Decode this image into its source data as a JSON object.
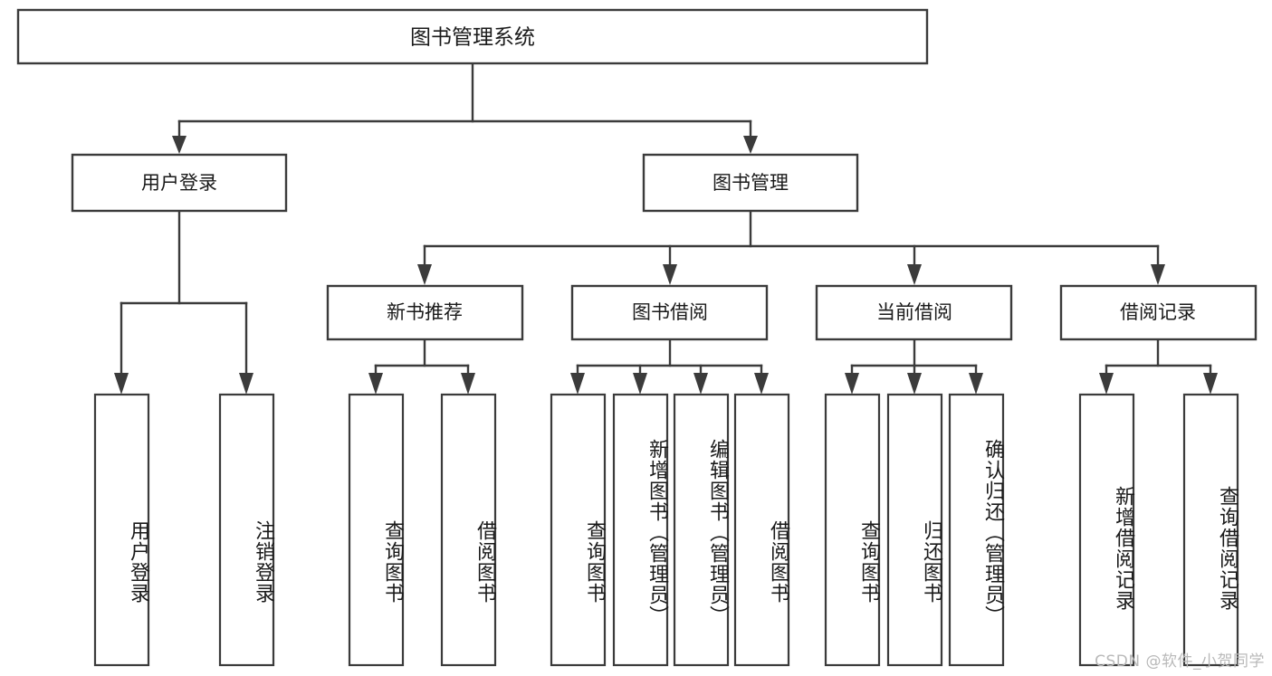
{
  "diagram": {
    "type": "tree",
    "title": "图书管理系统",
    "watermark": "CSDN @软件_小贺同学",
    "colors": {
      "stroke": "#3b3b3b",
      "fill": "#ffffff",
      "text": "#1a1a1a",
      "watermark": "#b9b9b9"
    },
    "levels": {
      "root": {
        "label": "图书管理系统"
      },
      "level2": [
        {
          "label": "用户登录"
        },
        {
          "label": "图书管理"
        }
      ],
      "level3": [
        {
          "label": "新书推荐"
        },
        {
          "label": "图书借阅"
        },
        {
          "label": "当前借阅"
        },
        {
          "label": "借阅记录"
        }
      ],
      "leaves": {
        "user_login": [
          {
            "label": "用户登录"
          },
          {
            "label": "注销登录"
          }
        ],
        "new_book_recommend": [
          {
            "label": "查询图书"
          },
          {
            "label": "借阅图书"
          }
        ],
        "book_borrow": [
          {
            "label": "查询图书"
          },
          {
            "label": "新增图书（管理员）"
          },
          {
            "label": "编辑图书（管理员）"
          },
          {
            "label": "借阅图书"
          }
        ],
        "current_borrow": [
          {
            "label": "查询图书"
          },
          {
            "label": "归还图书"
          },
          {
            "label": "确认归还（管理员）"
          }
        ],
        "borrow_record": [
          {
            "label": "新增借阅记录"
          },
          {
            "label": "查询借阅记录"
          }
        ]
      }
    }
  }
}
